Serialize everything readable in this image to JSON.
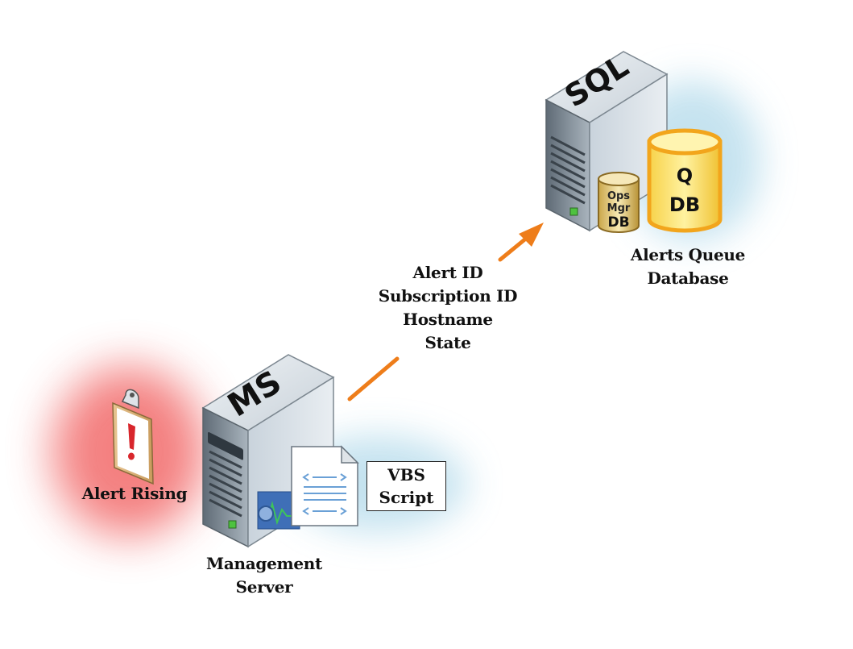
{
  "nodes": {
    "alert": {
      "label": "Alert Rising",
      "icon": "alert-clipboard-icon"
    },
    "management_server": {
      "label_lines": [
        "Management",
        "Server"
      ],
      "badge": "MS",
      "icon": "server-icon"
    },
    "script": {
      "label_lines": [
        "VBS",
        "Script"
      ],
      "icon": "script-document-icon"
    },
    "sql_server": {
      "badge": "SQL",
      "icon": "server-icon"
    },
    "opsmgr_db": {
      "lines": [
        "Ops",
        "Mgr",
        "DB"
      ],
      "icon": "database-cylinder-icon"
    },
    "queue_db": {
      "lines": [
        "Q",
        "DB"
      ],
      "icon": "database-cylinder-icon"
    },
    "queue_label": {
      "label_lines": [
        "Alerts Queue",
        "Database"
      ]
    }
  },
  "flow": {
    "payload_lines": [
      "Alert ID",
      "Subscription ID",
      "Hostname",
      "State"
    ],
    "arrow_color": "#ee7d1a"
  },
  "colors": {
    "alert_glow": "#f26b6b",
    "server_glow": "#bfe0ee",
    "queue_db_fill": "#fbe36a",
    "queue_db_stroke": "#f2a51c",
    "opsmgr_db_fill": "#f3df9a"
  }
}
